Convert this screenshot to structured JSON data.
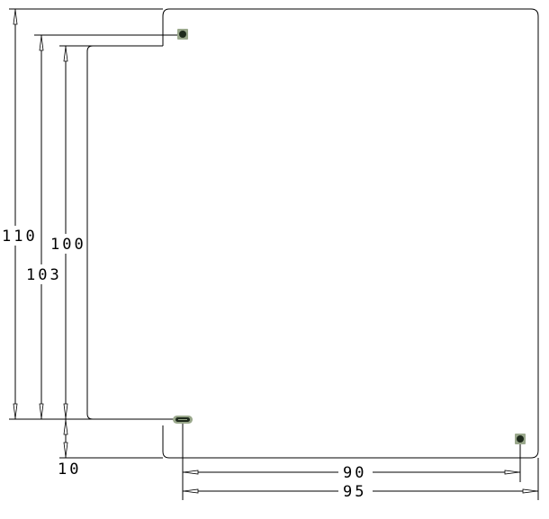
{
  "dimensions": {
    "height_110": "110",
    "height_103": "103",
    "height_100": "100",
    "offset_10": "10",
    "width_90": "90",
    "width_95": "95"
  },
  "colors": {
    "line": "#000000",
    "hole_fill": "#1e2a1c",
    "hole_ring": "#9aa88c",
    "background": "#ffffff"
  }
}
